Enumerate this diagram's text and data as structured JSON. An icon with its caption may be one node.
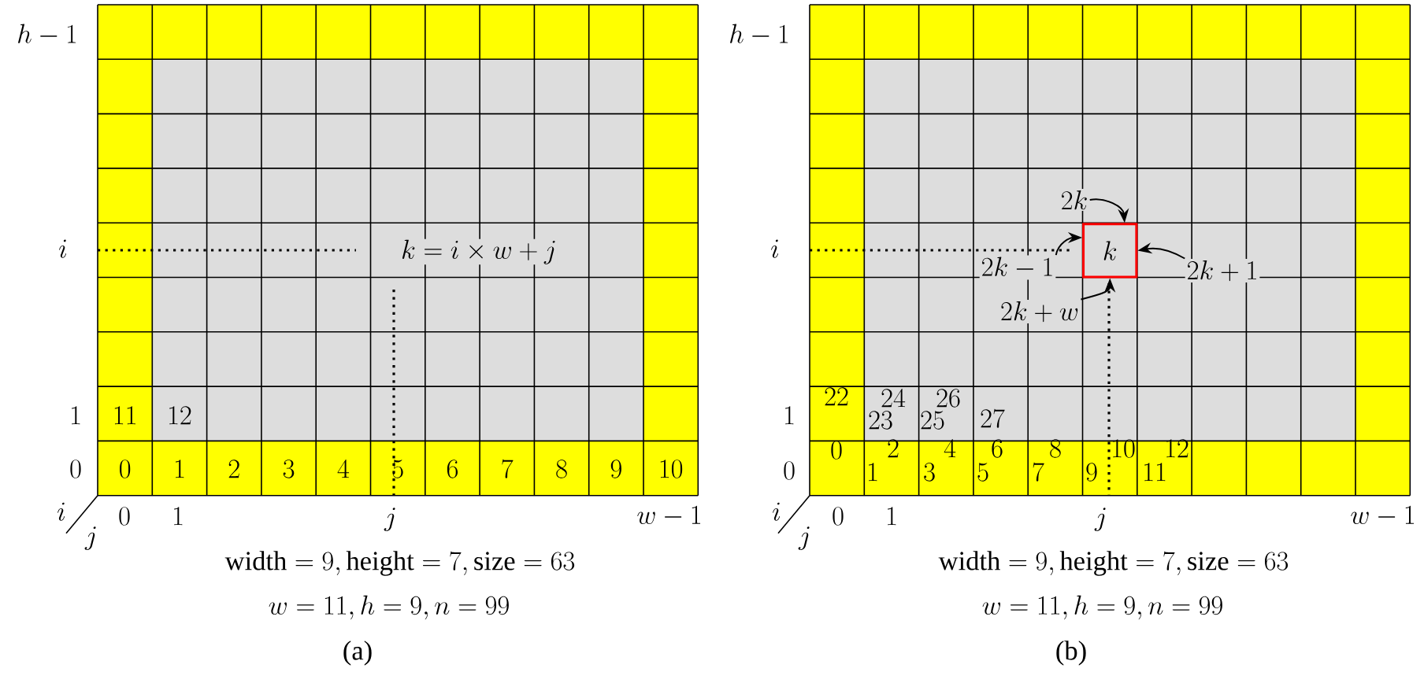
{
  "diagram": {
    "nodes": [
      {
        "text": [
          "2k"
        ]
      },
      {
        "text": [
          "2k-1"
        ]
      },
      {
        "text": [
          "k"
        ]
      },
      {
        "text": [
          "2k+1"
        ]
      },
      {
        "text": [
          "2k+w"
        ]
      }
    ],
    "edges": [
      {
        "from": 0,
        "to": 2,
        "arrow": "to"
      },
      {
        "from": 1,
        "to": 2,
        "arrow": "to"
      },
      {
        "from": 3,
        "to": 2,
        "arrow": "to"
      },
      {
        "from": 4,
        "to": 2,
        "arrow": "to"
      }
    ],
    "labels": [
      "h-1",
      "i",
      "k=i\\times w+j",
      "1",
      "11",
      "12",
      "0",
      "0",
      "1",
      "2",
      "3",
      "4",
      "5",
      "6",
      "7",
      "8",
      "9",
      "10",
      "i",
      "j",
      "0",
      "1",
      "j",
      "w-1",
      "\\mathrm{width}=9, \\mathrm{height}=7, \\mathrm{size}=63",
      "w=11, h=9, n=99",
      "(a)",
      "h-1",
      "i",
      "1",
      "22",
      "23",
      "24",
      "25",
      "26",
      "27",
      "0",
      "0",
      "1",
      "2",
      "3",
      "4",
      "5",
      "6",
      "7",
      "8",
      "9",
      "10",
      "11",
      "12",
      "i",
      "j",
      "0",
      "1",
      "j",
      "w-1",
      "\\mathrm{width}=9, \\mathrm{height}=7, \\mathrm{size}=63",
      "w=11, h=9, n=99",
      "(b)"
    ]
  }
}
